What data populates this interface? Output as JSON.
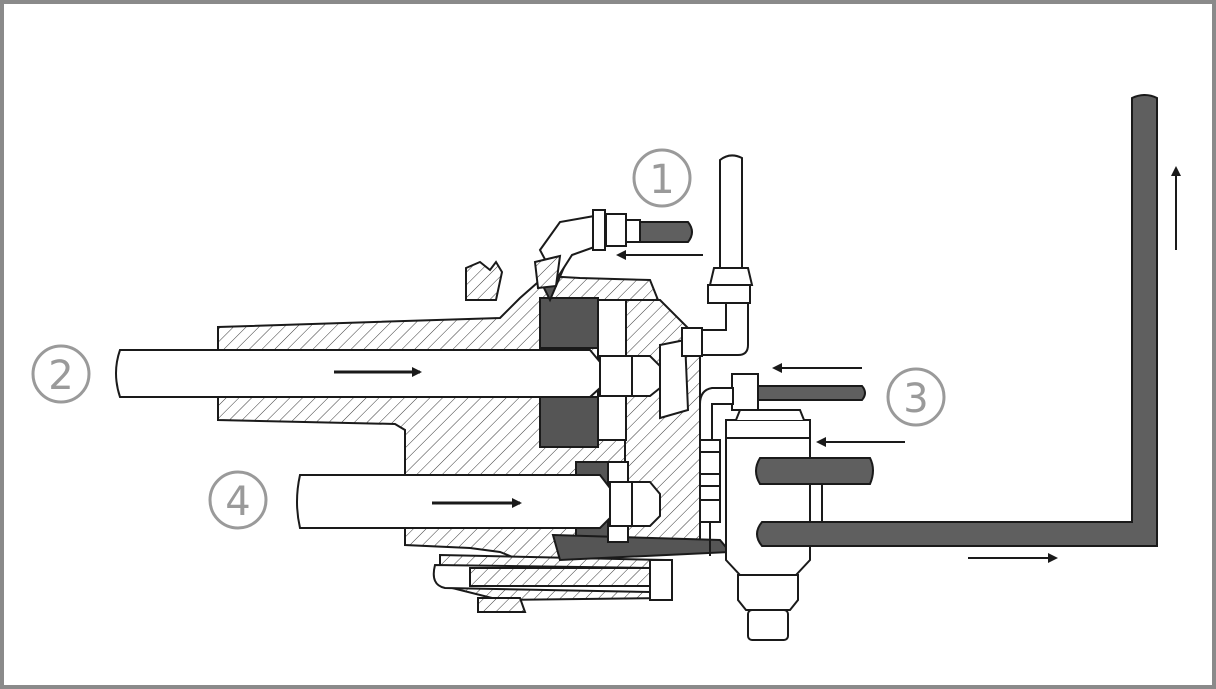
{
  "colors": {
    "frame": "#8a8a8a",
    "line": "#1a1a1a",
    "pipe_fill": "#5f5f5f",
    "dark_fill": "#555555",
    "callout": "#9a9a9a",
    "background": "#ffffff"
  },
  "callouts": [
    {
      "id": "1",
      "label": "1"
    },
    {
      "id": "2",
      "label": "2"
    },
    {
      "id": "3",
      "label": "3"
    },
    {
      "id": "4",
      "label": "4"
    }
  ]
}
